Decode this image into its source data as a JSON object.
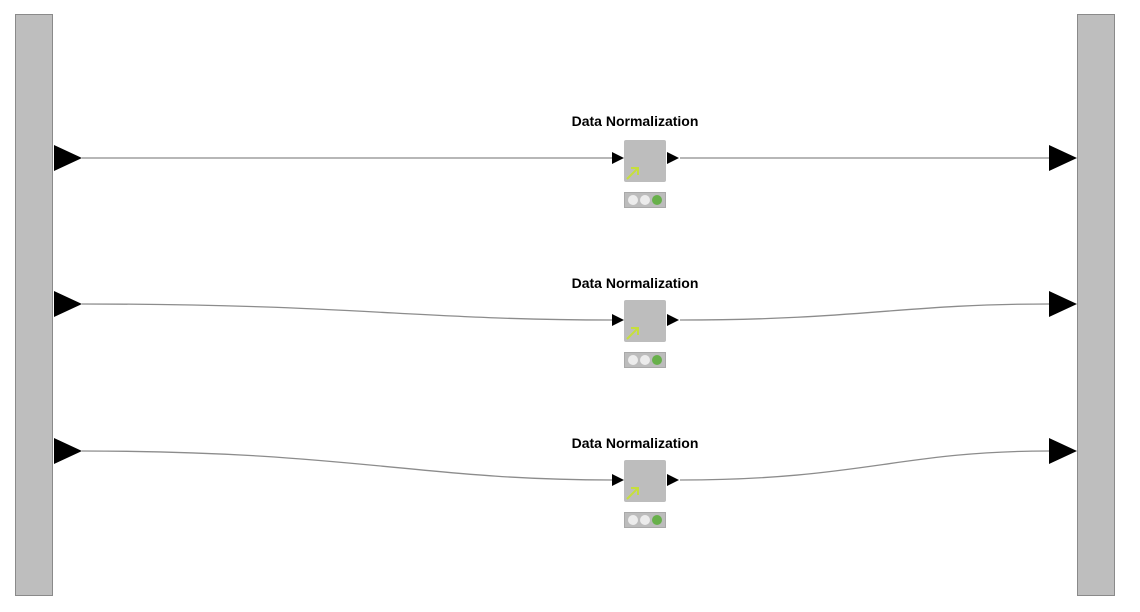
{
  "workflow": {
    "nodes": [
      {
        "label": "Data Normalization",
        "status": [
          "off",
          "off",
          "on"
        ]
      },
      {
        "label": "Data Normalization",
        "status": [
          "off",
          "off",
          "on"
        ]
      },
      {
        "label": "Data Normalization",
        "status": [
          "off",
          "off",
          "on"
        ]
      }
    ]
  },
  "colors": {
    "bar_fill": "#bebebe",
    "node_fill": "#bdbdbd",
    "connection": "#8c8c8c",
    "port": "#000000",
    "light_off": "#ececec",
    "light_on": "#67b04a",
    "icon_arrow": "#c6df3c"
  }
}
